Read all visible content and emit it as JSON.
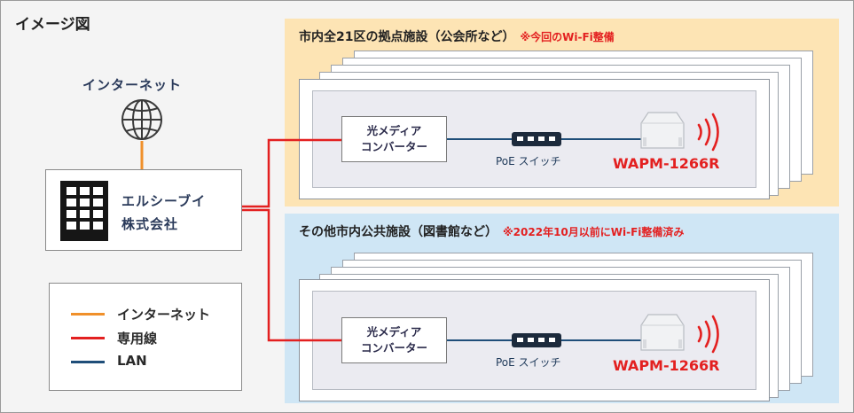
{
  "title": "イメージ図",
  "internet": {
    "label": "インターネット",
    "icon": "globe-icon"
  },
  "company": {
    "name_line1": "エルシーブイ",
    "name_line2": "株式会社",
    "icon": "building-icon"
  },
  "zones": [
    {
      "title": "市内全21区の拠点施設（公会所など）",
      "note": "※今回のWi-Fi整備",
      "converter": {
        "line1": "光メディア",
        "line2": "コンバーター"
      },
      "switch_label": "PoE スイッチ",
      "ap_label": "WAPM-1266R"
    },
    {
      "title": "その他市内公共施設（図書館など）",
      "note": "※2022年10月以前にWi-Fi整備済み",
      "converter": {
        "line1": "光メディア",
        "line2": "コンバーター"
      },
      "switch_label": "PoE スイッチ",
      "ap_label": "WAPM-1266R"
    }
  ],
  "legend": [
    {
      "label": "インターネット",
      "color": "#f0902a"
    },
    {
      "label": "専用線",
      "color": "#e32020"
    },
    {
      "label": "LAN",
      "color": "#1f4e79"
    }
  ],
  "colors": {
    "internet_line": "#f0902a",
    "leased_line": "#e32020",
    "lan_line": "#1f4e79",
    "zone_top_bg": "#fde4b4",
    "zone_bottom_bg": "#cfe6f5",
    "accent_red": "#e32020"
  }
}
